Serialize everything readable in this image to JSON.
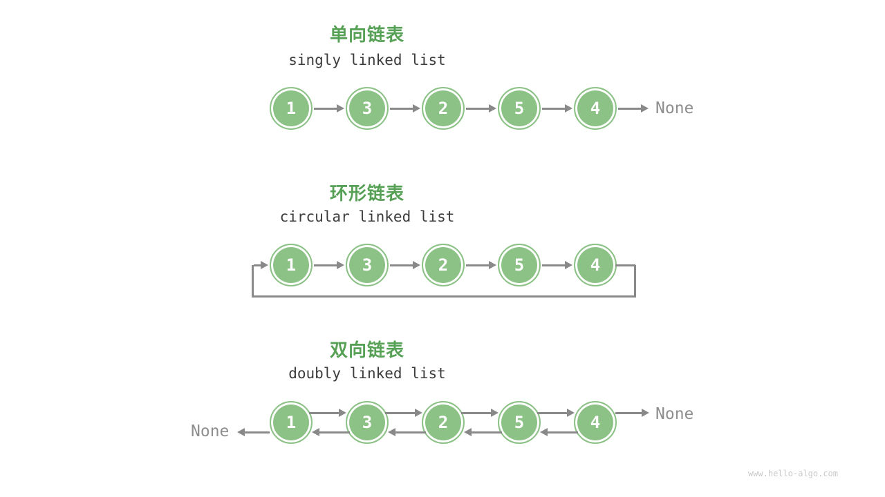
{
  "colors": {
    "node_green": "#8dc287",
    "title_green": "#57a157",
    "arrow_gray": "#898989",
    "subtitle_dark": "#3b3b3b",
    "none_gray": "#8e8e8e",
    "watermark_gray": "#c9c9c9",
    "node_value_white": "#ffffff"
  },
  "sections": [
    {
      "title_zh": "单向链表",
      "title_en": "singly linked list",
      "nodes": [
        "1",
        "3",
        "2",
        "5",
        "4"
      ],
      "tail_label": "None"
    },
    {
      "title_zh": "环形链表",
      "title_en": "circular linked list",
      "nodes": [
        "1",
        "3",
        "2",
        "5",
        "4"
      ]
    },
    {
      "title_zh": "双向链表",
      "title_en": "doubly linked list",
      "nodes": [
        "1",
        "3",
        "2",
        "5",
        "4"
      ],
      "head_label": "None",
      "tail_label": "None"
    }
  ],
  "watermark": "www.hello-algo.com"
}
